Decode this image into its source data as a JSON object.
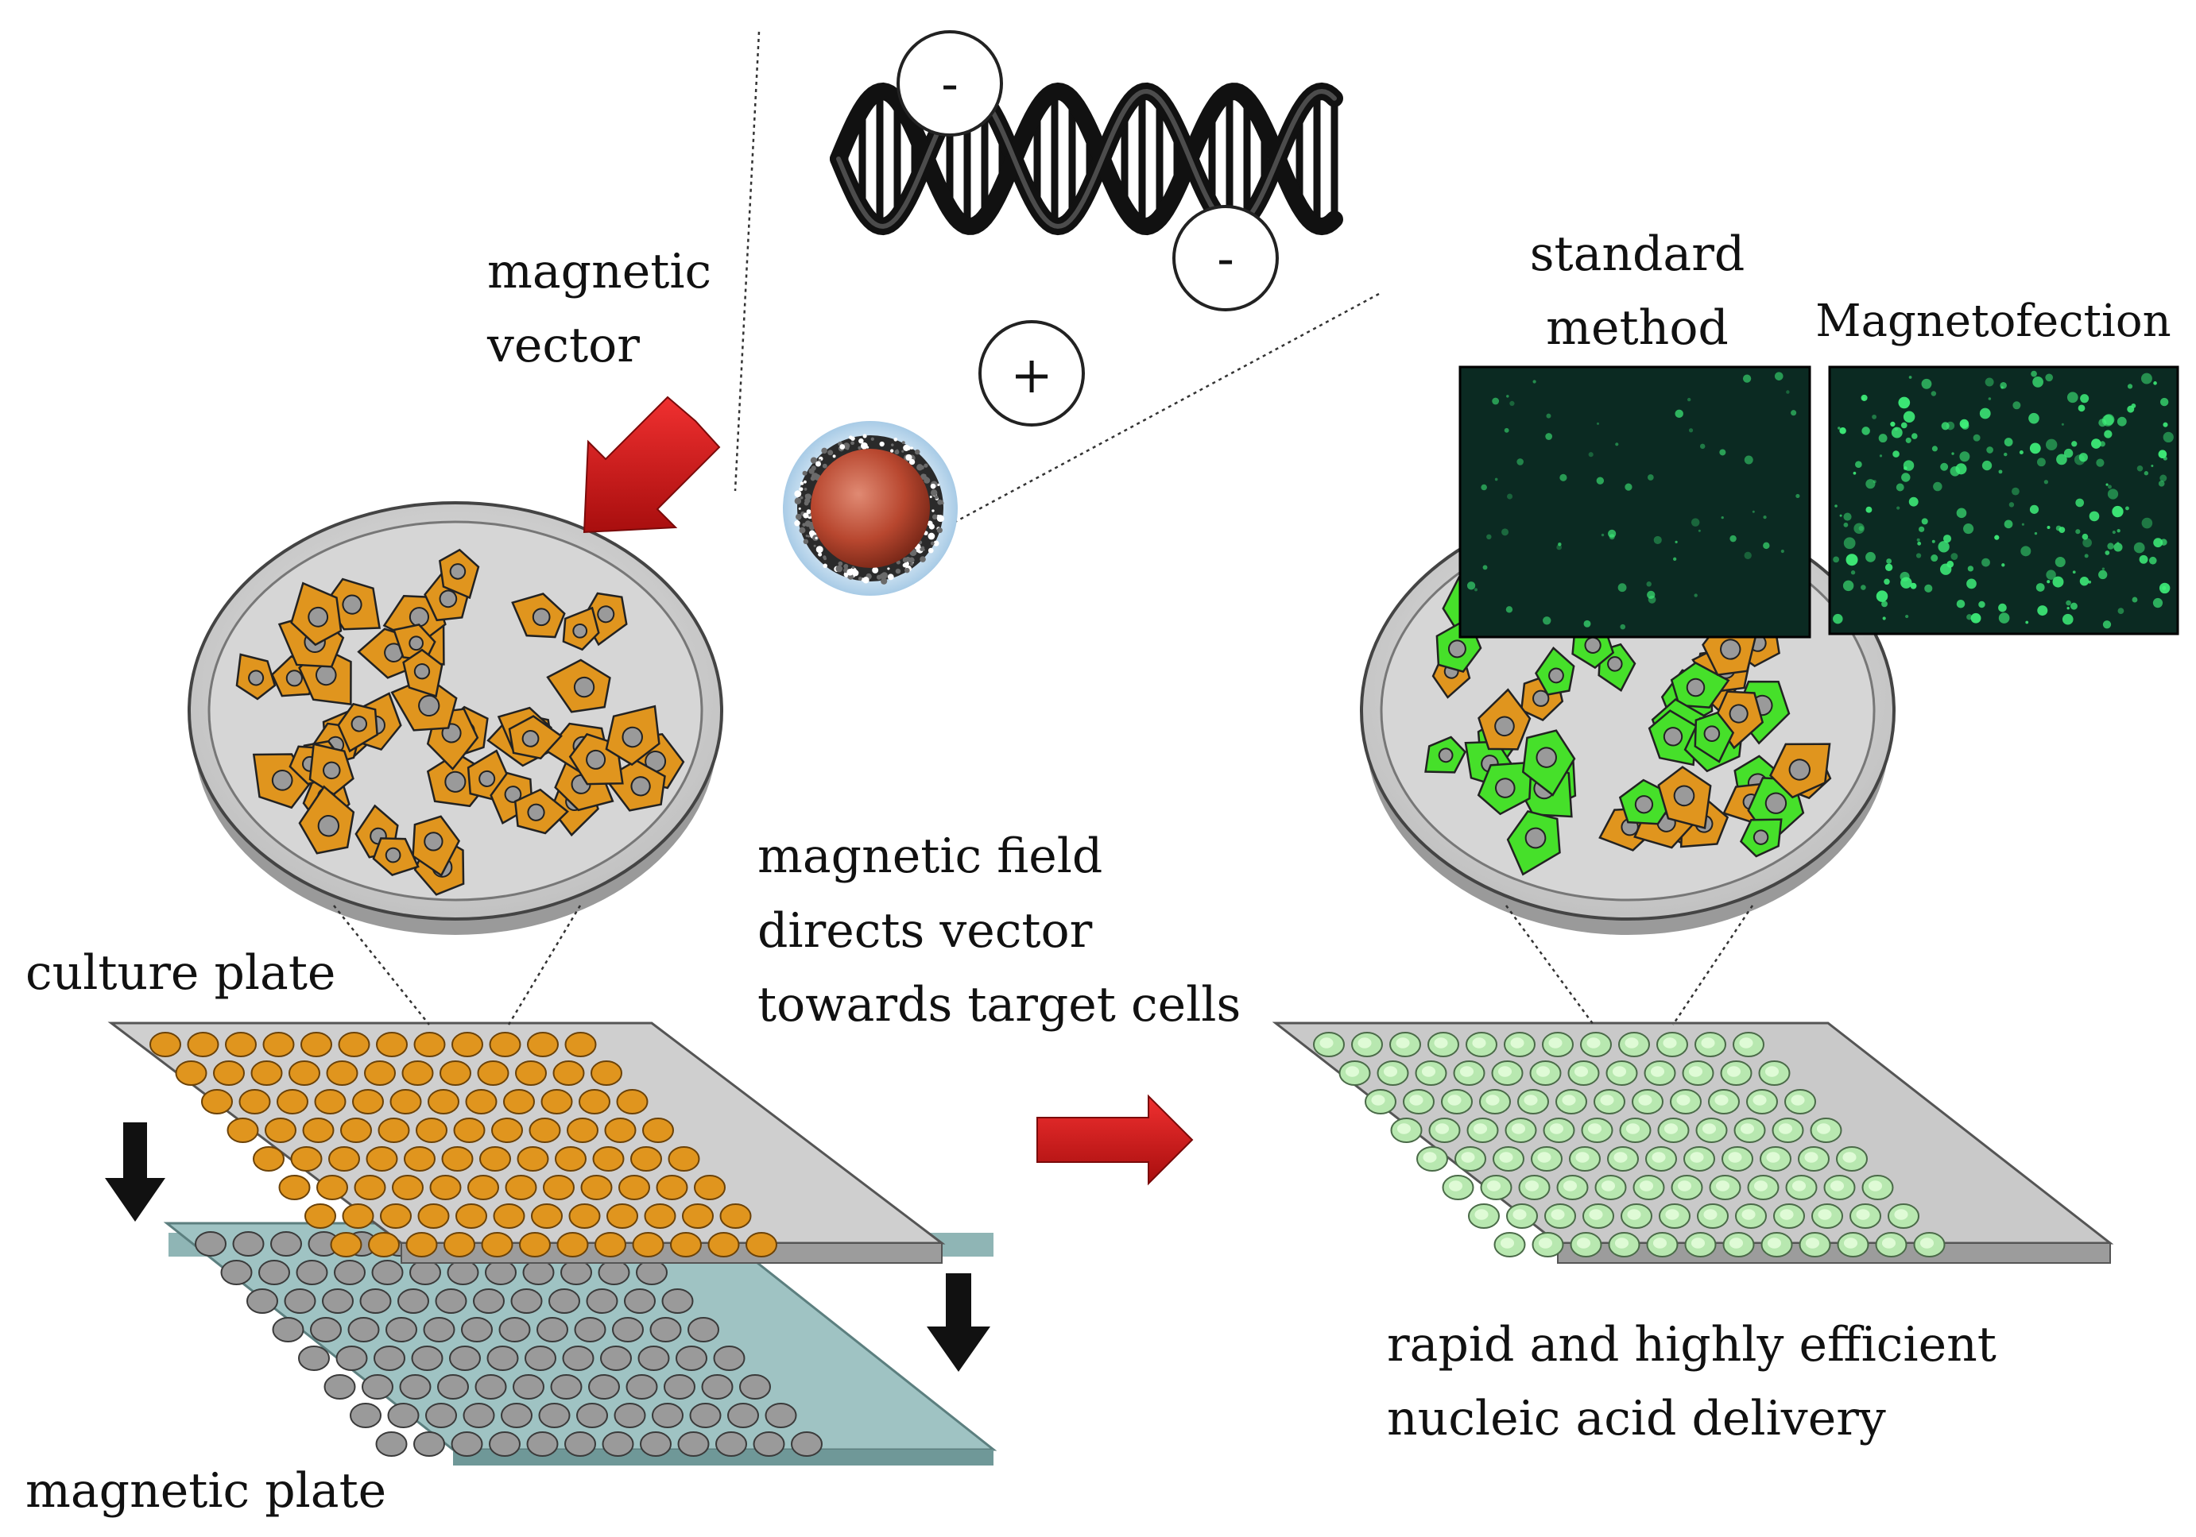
{
  "labels": {
    "magnetic_vector": [
      "magnetic",
      "vector"
    ],
    "culture_plate": "culture plate",
    "magnetic_plate": "magnetic plate",
    "field_directs": [
      "magnetic field",
      "directs vector",
      "towards target cells"
    ],
    "standard_method": [
      "standard",
      "method"
    ],
    "magnetofection": "Magnetofection",
    "result": [
      "rapid and highly efficient",
      "nucleic acid delivery"
    ]
  },
  "charges": {
    "top": "-",
    "right": "-",
    "plus": "+"
  },
  "colors": {
    "transfected_cell": "#46e02a",
    "untransfected_cell": "#e0951e",
    "arrow_red": "#d81818",
    "arrow_black": "#111111",
    "fluorescence_bg": "#0b2a22",
    "fluorescence_spot": "#3ff07a",
    "magnetic_plate": "#9fc3c3",
    "culture_plate": "#cfcfcf",
    "particle_core": "#b8472f",
    "particle_halo": "#bcd8ec"
  }
}
